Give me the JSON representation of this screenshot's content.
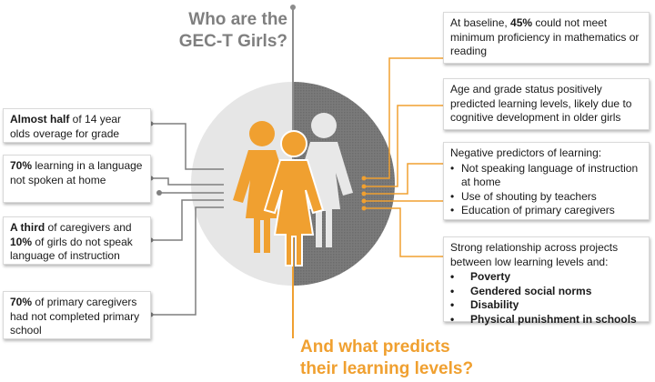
{
  "titles": {
    "top": "Who are the GEC-T Girls?",
    "bottom": "And what predicts their learning levels?"
  },
  "left_boxes": [
    {
      "bold": "Almost half",
      "text": " of 14 year olds overage for grade"
    },
    {
      "bold": "70%",
      "text": " learning in a language not spoken at home"
    },
    {
      "bold1": "A third",
      "text1": " of caregivers and ",
      "bold2": "10%",
      "text2": " of girls do not speak language of instruction"
    },
    {
      "bold": "70%",
      "text": " of primary caregivers had not completed primary school"
    }
  ],
  "right_boxes": {
    "box1": {
      "pre": "At baseline, ",
      "bold": "45%",
      "post": " could not meet minimum proficiency in mathematics or reading"
    },
    "box2": {
      "text": "Age and grade status positively predicted learning levels, likely due to cognitive development in older girls"
    },
    "box3": {
      "heading": "Negative predictors of learning:",
      "items": [
        "Not speaking language of instruction at home",
        "Use of shouting by teachers",
        "Education of primary caregivers"
      ]
    },
    "box4": {
      "heading": "Strong relationship across projects between low learning levels and:",
      "items": [
        "Poverty",
        "Gendered social norms",
        "Disability",
        "Physical punishment in schools"
      ]
    }
  },
  "colors": {
    "orange": "#f0a030",
    "gray": "#7f7f7f",
    "circle_light": "#e6e6e6",
    "circle_dark": "#7f7f7f",
    "figure_light": "#e8e8e8",
    "divider": "#8c8c8c"
  },
  "icons": [
    "girl-figure-icon"
  ]
}
